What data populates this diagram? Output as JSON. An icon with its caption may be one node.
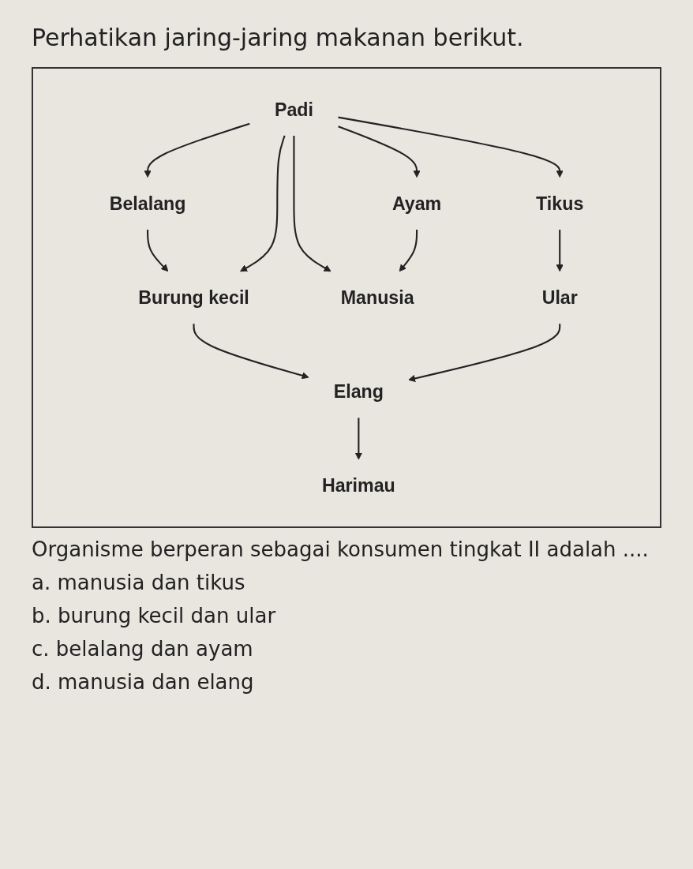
{
  "diagram": {
    "title": "Perhatikan jaring-jaring makanan berikut.",
    "nodes": [
      {
        "text": [
          "Belalang"
        ]
      },
      {
        "text": [
          "Burung kecil"
        ]
      },
      {
        "text": [
          "Manusia"
        ]
      },
      {
        "text": [
          "Padi"
        ]
      },
      {
        "text": [
          "Tikus"
        ]
      },
      {
        "text": [
          "Ular"
        ]
      },
      {
        "text": [
          "Elang"
        ]
      },
      {
        "text": [
          "Ayam"
        ]
      },
      {
        "text": [
          "Harimau"
        ]
      }
    ],
    "edges": [
      {
        "from": 0,
        "to": 1,
        "arrow": "to"
      },
      {
        "from": 3,
        "to": 0,
        "arrow": "to"
      },
      {
        "from": 3,
        "to": 1,
        "arrow": "to"
      },
      {
        "from": 1,
        "to": 6,
        "arrow": "to"
      },
      {
        "from": 3,
        "to": 2,
        "arrow": "to"
      },
      {
        "from": 3,
        "to": 4,
        "arrow": "to"
      },
      {
        "from": 4,
        "to": 5,
        "arrow": "to"
      },
      {
        "from": 5,
        "to": 6,
        "arrow": "to"
      },
      {
        "from": 7,
        "to": 2,
        "arrow": "to"
      },
      {
        "from": 3,
        "to": 7,
        "arrow": "to"
      },
      {
        "from": 6,
        "to": 8,
        "arrow": "to"
      }
    ],
    "labels": [
      "Organisme berperan sebagai konsumen tingkat II adalah ....",
      "a. manusia dan tikus",
      "b. burung kecil dan ular",
      "c. belalang dan ayam",
      "d. manusia dan elang"
    ]
  }
}
